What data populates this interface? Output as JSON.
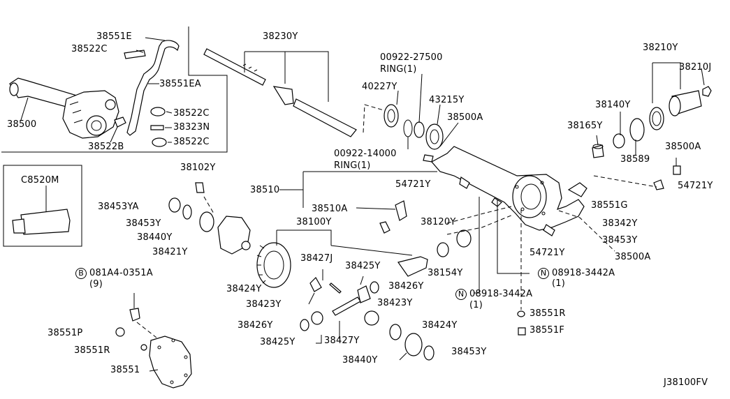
{
  "diagram_code": "J38100FV",
  "inset_part": "C8520M",
  "labels": {
    "l_38551E": "38551E",
    "l_38522C_a": "38522C",
    "l_38551EA": "38551EA",
    "l_38500": "38500",
    "l_38522C_b": "38522C",
    "l_38323N": "38323N",
    "l_38522B": "38522B",
    "l_38522C_c": "38522C",
    "l_38230Y": "38230Y",
    "l_00922_27500": "00922-27500",
    "l_ring1_a": "RING(1)",
    "l_40227Y": "40227Y",
    "l_43215Y": "43215Y",
    "l_38500A_a": "38500A",
    "l_00922_14000": "00922-14000",
    "l_ring1_b": "RING(1)",
    "l_38210Y": "38210Y",
    "l_38210J": "38210J",
    "l_38140Y": "38140Y",
    "l_38165Y": "38165Y",
    "l_38589": "38589",
    "l_38500A_b": "38500A",
    "l_54721Y_a": "54721Y",
    "l_38102Y": "38102Y",
    "l_38510": "38510",
    "l_54721Y_b": "54721Y",
    "l_38551G": "38551G",
    "l_38453YA": "38453YA",
    "l_38453Y_a": "38453Y",
    "l_38510A": "38510A",
    "l_38100Y": "38100Y",
    "l_38120Y": "38120Y",
    "l_38342Y": "38342Y",
    "l_38440Y_a": "38440Y",
    "l_38421Y": "38421Y",
    "l_38453Y_b": "38453Y",
    "l_54721Y_c": "54721Y",
    "l_38500A_c": "38500A",
    "l_38427J": "38427J",
    "l_38425Y_a": "38425Y",
    "l_38154Y": "38154Y",
    "l_B_code": "081A4-0351A",
    "l_B_qty": "(9)",
    "l_08918_a": "08918-3442A",
    "l_08918_a_qty": "(1)",
    "l_38424Y_a": "38424Y",
    "l_38426Y_a": "38426Y",
    "l_38423Y_a": "38423Y",
    "l_08918_b": "08918-3442A",
    "l_08918_b_qty": "(1)",
    "l_38423Y_b": "38423Y",
    "l_38551R_a": "38551R",
    "l_38426Y_b": "38426Y",
    "l_38424Y_b": "38424Y",
    "l_38551P": "38551P",
    "l_38551F": "38551F",
    "l_38425Y_b": "38425Y",
    "l_38427Y": "38427Y",
    "l_38551R_b": "38551R",
    "l_38440Y_b": "38440Y",
    "l_38453Y_c": "38453Y",
    "l_38551": "38551"
  },
  "circle_letters": {
    "b": "B",
    "n1": "N",
    "n2": "N"
  }
}
